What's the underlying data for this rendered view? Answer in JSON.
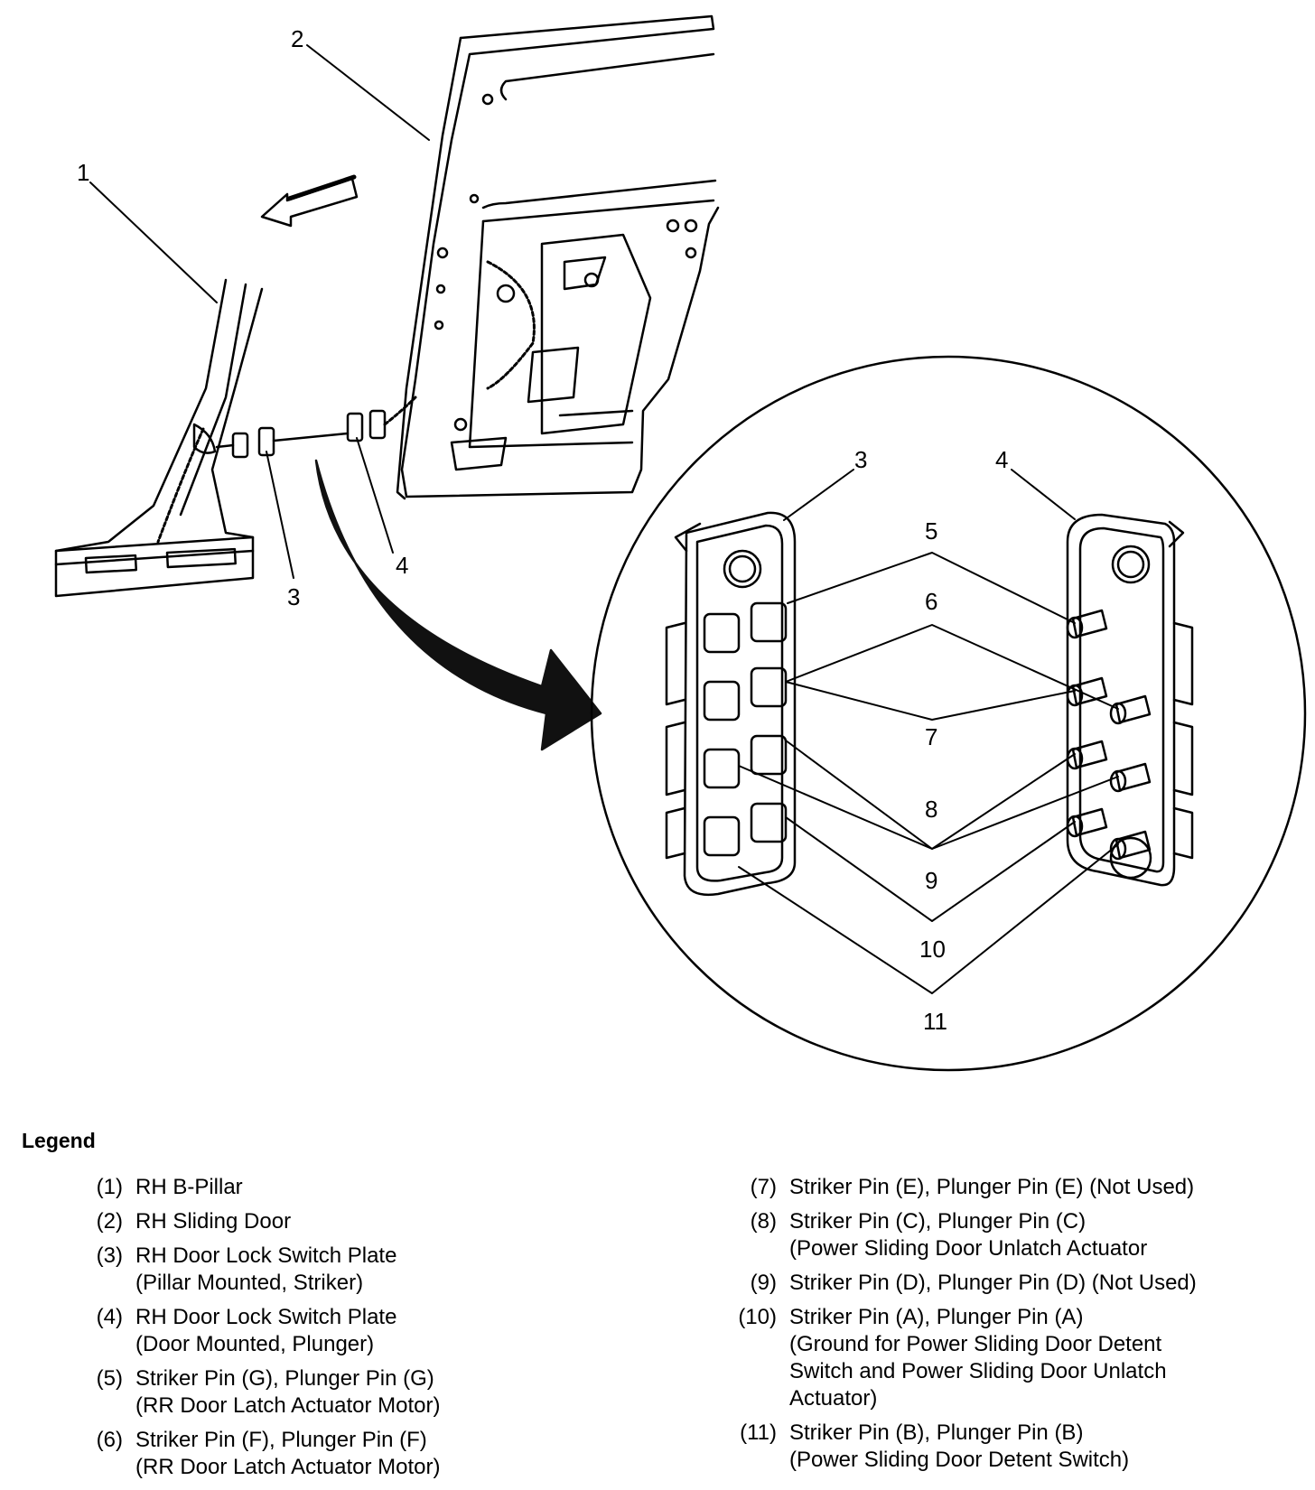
{
  "callouts": {
    "c1": "1",
    "c2": "2",
    "c3": "3",
    "c4": "4",
    "d3": "3",
    "d4": "4",
    "d5": "5",
    "d6": "6",
    "d7": "7",
    "d8": "8",
    "d9": "9",
    "d10": "10",
    "d11": "11"
  },
  "legend": {
    "title": "Legend",
    "left": [
      {
        "num": "(1)",
        "text": "RH B-Pillar"
      },
      {
        "num": "(2)",
        "text": "RH Sliding Door"
      },
      {
        "num": "(3)",
        "text": "RH Door Lock Switch Plate\n(Pillar Mounted, Striker)"
      },
      {
        "num": "(4)",
        "text": "RH Door Lock Switch Plate\n(Door Mounted, Plunger)"
      },
      {
        "num": "(5)",
        "text": "Striker Pin (G), Plunger Pin (G)\n(RR Door Latch Actuator Motor)"
      },
      {
        "num": "(6)",
        "text": "Striker Pin (F), Plunger Pin (F)\n(RR Door Latch Actuator Motor)"
      }
    ],
    "right": [
      {
        "num": "(7)",
        "text": "Striker Pin (E), Plunger Pin (E) (Not Used)"
      },
      {
        "num": "(8)",
        "text": "Striker Pin (C), Plunger Pin (C)\n(Power Sliding Door Unlatch Actuator"
      },
      {
        "num": "(9)",
        "text": "Striker Pin (D), Plunger Pin (D) (Not Used)"
      },
      {
        "num": "(10)",
        "text": "Striker Pin (A), Plunger Pin (A)\n(Ground for Power Sliding Door Detent\nSwitch and Power Sliding Door Unlatch\nActuator)"
      },
      {
        "num": "(11)",
        "text": "Striker Pin (B), Plunger Pin (B)\n(Power Sliding Door Detent Switch)"
      }
    ]
  }
}
